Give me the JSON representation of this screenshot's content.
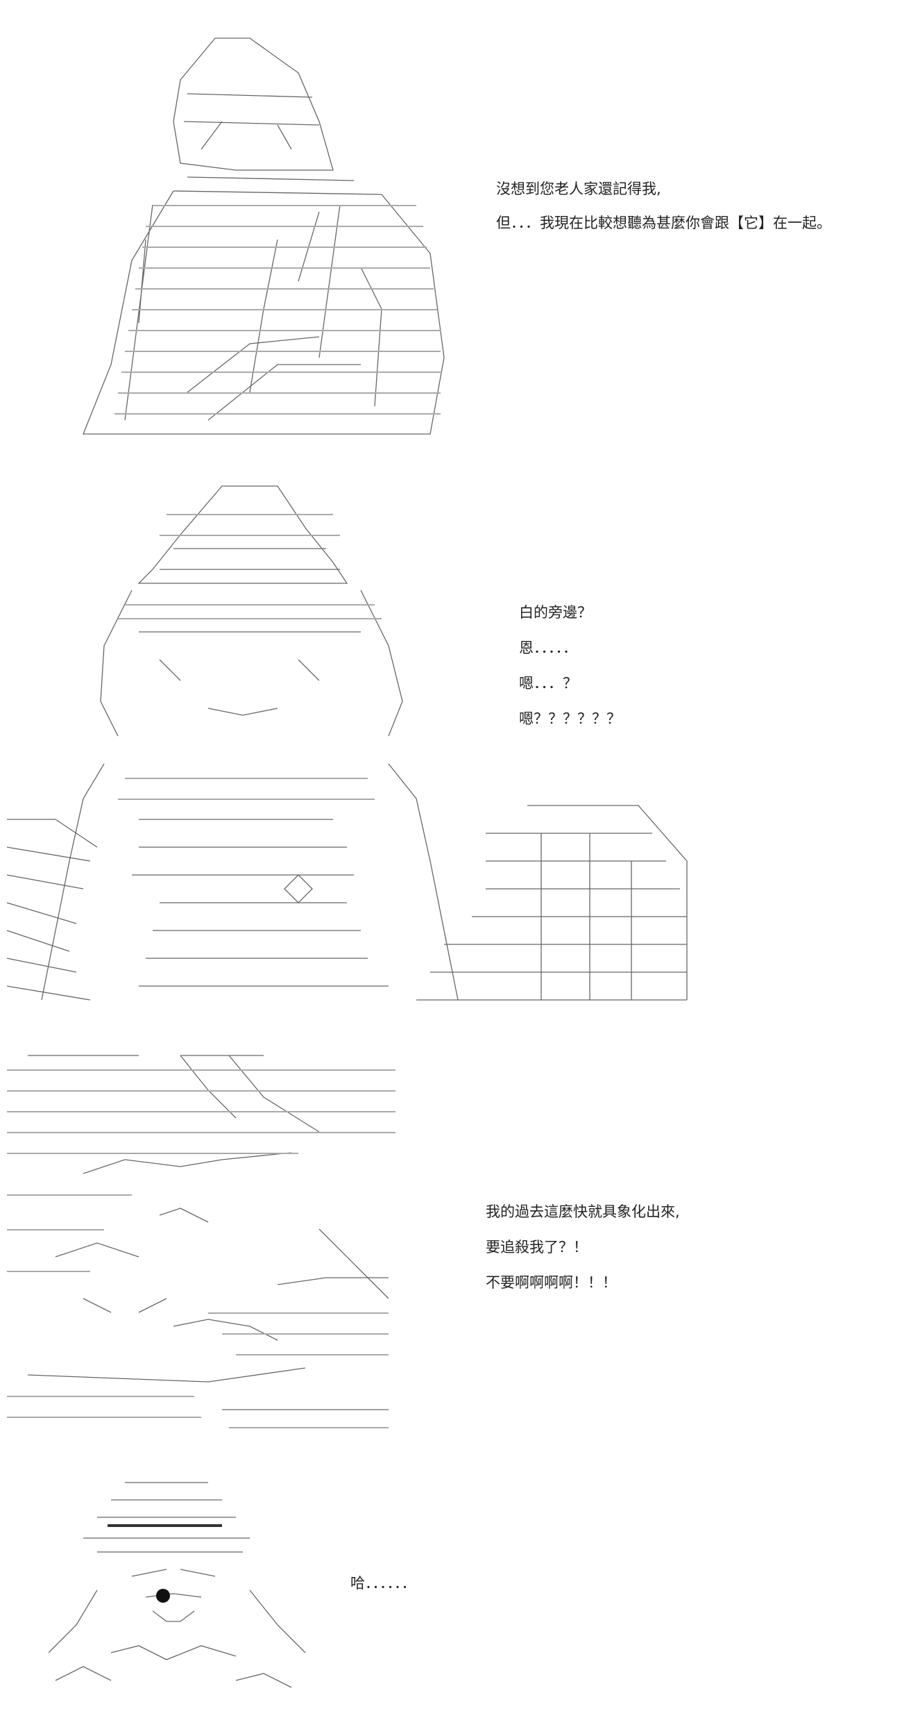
{
  "scene1": {
    "lines": [
      "沒想到您老人家還記得我,",
      "但．．．我現在比較想聽為甚麼你會跟【它】在一起。"
    ]
  },
  "scene2": {
    "lines": [
      "白的旁邊？",
      "恩．．．．．",
      "嗯．．．？",
      "嗯？？？？？？"
    ]
  },
  "scene3": {
    "lines": [
      "我的過去這麼快就具象化出來,",
      "要追殺我了？！",
      "不要啊啊啊啊！！！"
    ]
  },
  "scene4": {
    "lines": [
      "哈．．．．．．"
    ]
  }
}
